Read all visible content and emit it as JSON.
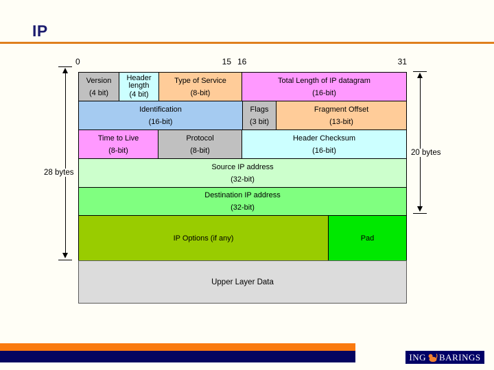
{
  "slide": {
    "title": "IP"
  },
  "ruler": {
    "labels": [
      "0",
      "15",
      "16",
      "31"
    ]
  },
  "header_diagram": {
    "rows": [
      {
        "cells": [
          {
            "name": "Version",
            "bits": "(4 bit)"
          },
          {
            "name": "Header length",
            "bits": "(4 bit)"
          },
          {
            "name": "Type of Service",
            "bits": "(8-bit)"
          },
          {
            "name": "Total Length of IP datagram",
            "bits": "(16-bit)"
          }
        ]
      },
      {
        "cells": [
          {
            "name": "Identification",
            "bits": "(16-bit)"
          },
          {
            "name": "Flags",
            "bits": "(3 bit)"
          },
          {
            "name": "Fragment Offset",
            "bits": "(13-bit)"
          }
        ]
      },
      {
        "cells": [
          {
            "name": "Time to Live",
            "bits": "(8-bit)"
          },
          {
            "name": "Protocol",
            "bits": "(8-bit)"
          },
          {
            "name": "Header Checksum",
            "bits": "(16-bit)"
          }
        ]
      },
      {
        "cells": [
          {
            "name": "Source IP address",
            "bits": "(32-bit)"
          }
        ]
      },
      {
        "cells": [
          {
            "name": "Destination IP address",
            "bits": "(32-bit)"
          }
        ]
      },
      {
        "cells": [
          {
            "name": "IP Options (if any)"
          },
          {
            "name": "Pad"
          }
        ]
      }
    ],
    "payload_label": "Upper Layer Data",
    "size_left": "28 bytes",
    "size_right": "20 bytes"
  },
  "footer": {
    "logo_text_1": "ING",
    "logo_text_2": "BARINGS"
  },
  "colors": {
    "title_navy": "#1C1C6E",
    "rule_orange": "#DF7F1E",
    "bar_orange": "#FA7A0F",
    "bar_navy": "#050560",
    "logo_navy": "#000066",
    "logo_lion_orange": "#F08030",
    "cell_gray": "#C0C0C0",
    "cell_cyan": "#CCFFFF",
    "cell_peach": "#FFCC99",
    "cell_magenta": "#FF99FF",
    "cell_blue": "#A5CBF1",
    "cell_pale_green": "#CCFFCC",
    "cell_green": "#80FF80",
    "cell_olive": "#99CC00",
    "cell_lime": "#00E800",
    "payload_gray": "#DCDCDC"
  }
}
